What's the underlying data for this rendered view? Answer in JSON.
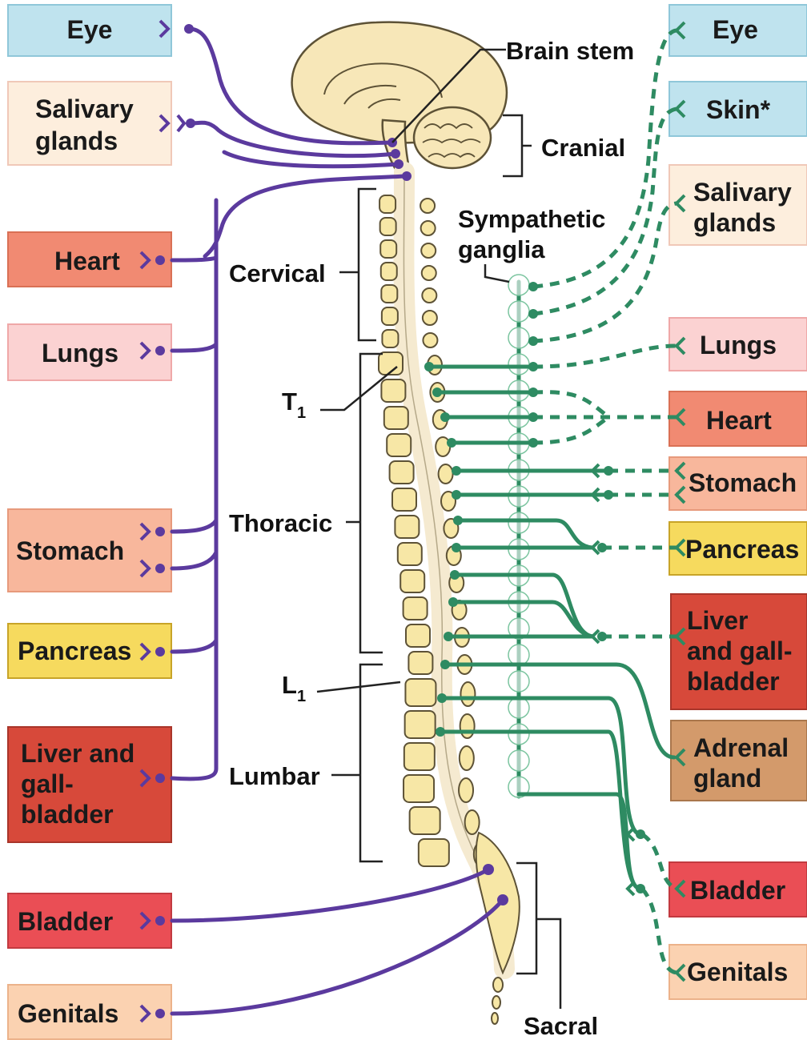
{
  "colors": {
    "parasympathetic": "#5b3a9e",
    "sympathetic": "#2e8b62",
    "eye_skin_box": "#bfe3ee",
    "salivary_box": "#fdeedd",
    "heart_box": "#f18a72",
    "lungs_box": "#fbd2d2",
    "stomach_box": "#f8b79c",
    "pancreas_box": "#f6da5e",
    "liver_box": "#d7493a",
    "adrenal_box": "#d39a6b",
    "bladder_box": "#ea4e55",
    "genitals_box": "#fbd2b1",
    "brain": "#f7e7b8",
    "vertebra": "#f7e7a6"
  },
  "left_organs": [
    {
      "id": "eye",
      "lines": [
        "Eye"
      ]
    },
    {
      "id": "salivary",
      "lines": [
        "Salivary",
        "glands"
      ]
    },
    {
      "id": "heart",
      "lines": [
        "Heart"
      ]
    },
    {
      "id": "lungs",
      "lines": [
        "Lungs"
      ]
    },
    {
      "id": "stomach",
      "lines": [
        "Stomach"
      ]
    },
    {
      "id": "pancreas",
      "lines": [
        "Pancreas"
      ]
    },
    {
      "id": "liver",
      "lines": [
        "Liver and",
        "gall-",
        "bladder"
      ]
    },
    {
      "id": "bladder",
      "lines": [
        "Bladder"
      ]
    },
    {
      "id": "genitals",
      "lines": [
        "Genitals"
      ]
    }
  ],
  "right_organs": [
    {
      "id": "eye",
      "lines": [
        "Eye"
      ]
    },
    {
      "id": "skin",
      "lines": [
        "Skin*"
      ]
    },
    {
      "id": "salivary",
      "lines": [
        "Salivary",
        "glands"
      ]
    },
    {
      "id": "lungs",
      "lines": [
        "Lungs"
      ]
    },
    {
      "id": "heart",
      "lines": [
        "Heart"
      ]
    },
    {
      "id": "stomach",
      "lines": [
        "Stomach"
      ]
    },
    {
      "id": "pancreas",
      "lines": [
        "Pancreas"
      ]
    },
    {
      "id": "liver",
      "lines": [
        "Liver",
        "and gall-",
        "bladder"
      ]
    },
    {
      "id": "adrenal",
      "lines": [
        "Adrenal",
        "gland"
      ]
    },
    {
      "id": "bladder",
      "lines": [
        "Bladder"
      ]
    },
    {
      "id": "genitals",
      "lines": [
        "Genitals"
      ]
    }
  ],
  "labels": {
    "brain_stem": "Brain stem",
    "cranial": "Cranial",
    "sympathetic_ganglia_1": "Sympathetic",
    "sympathetic_ganglia_2": "ganglia",
    "cervical": "Cervical",
    "t1_main": "T",
    "t1_sub": "1",
    "thoracic": "Thoracic",
    "l1_main": "L",
    "l1_sub": "1",
    "lumbar": "Lumbar",
    "sacral": "Sacral"
  }
}
